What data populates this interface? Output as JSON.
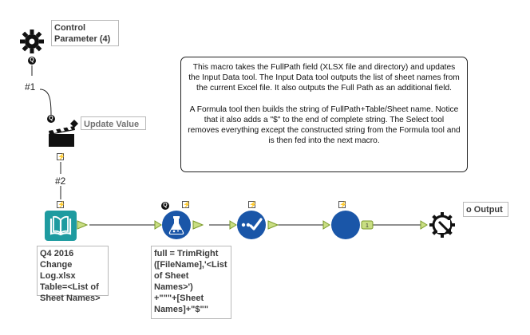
{
  "tools": {
    "control_parameter": {
      "label": "Control\nParameter (4)",
      "badge": "Q"
    },
    "update_value": {
      "label": "Update Value",
      "badge": "Q"
    },
    "input_data": {
      "label": "Q4 2016 Change\nLog.xlsx\nTable=<List of\nSheet Names>"
    },
    "formula": {
      "label": "full = TrimRight\n([FileName],'<List\nof Sheet Names>')\n+\"\"\"+[Sheet\nNames]+\"$\"\"",
      "badge": "Q"
    },
    "macro_output": {
      "label": "o Output"
    }
  },
  "connections": {
    "first": "#1",
    "second": "#2"
  },
  "comment": {
    "para1": "This macro takes the FullPath field (XLSX file and directory) and updates the Input Data tool. The Input Data tool outputs the list of sheet names from the current Excel file. It also outputs the Full Path as an additional field.",
    "para2": "A Formula tool then builds the string of FullPath+Table/Sheet name. Notice that it also adds a \"$\" to the end of complete string. The Select tool removes everything except the constructed string from the Formula tool and is then fed into the next macro."
  },
  "colors": {
    "tool_blue": "#1a56a8",
    "input_teal": "#1e9ba0",
    "connector_fill": "#c9de83",
    "connector_stroke": "#7a9a2a"
  },
  "icons": {
    "control_parameter": "gear-icon",
    "update_value": "clapperboard-icon",
    "input_data": "book-icon",
    "formula": "flask-icon",
    "select": "checklist-icon",
    "blank_tool": "circle-icon",
    "macro_output": "gear-arrow-icon"
  }
}
